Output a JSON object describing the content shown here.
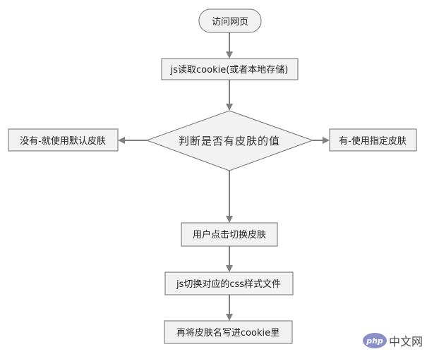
{
  "diagram": {
    "nodes": {
      "start": "访问网页",
      "read_cookie": "js读取cookie(或者本地存储)",
      "decision": "判断是否有皮肤的值",
      "no_branch": "没有-就使用默认皮肤",
      "yes_branch": "有-使用指定皮肤",
      "user_click": "用户点击切换皮肤",
      "switch_css": "js切换对应的css样式文件",
      "write_cookie": "再将皮肤名写进cookie里"
    }
  },
  "watermark": {
    "logo": "php",
    "text": "中文网"
  }
}
